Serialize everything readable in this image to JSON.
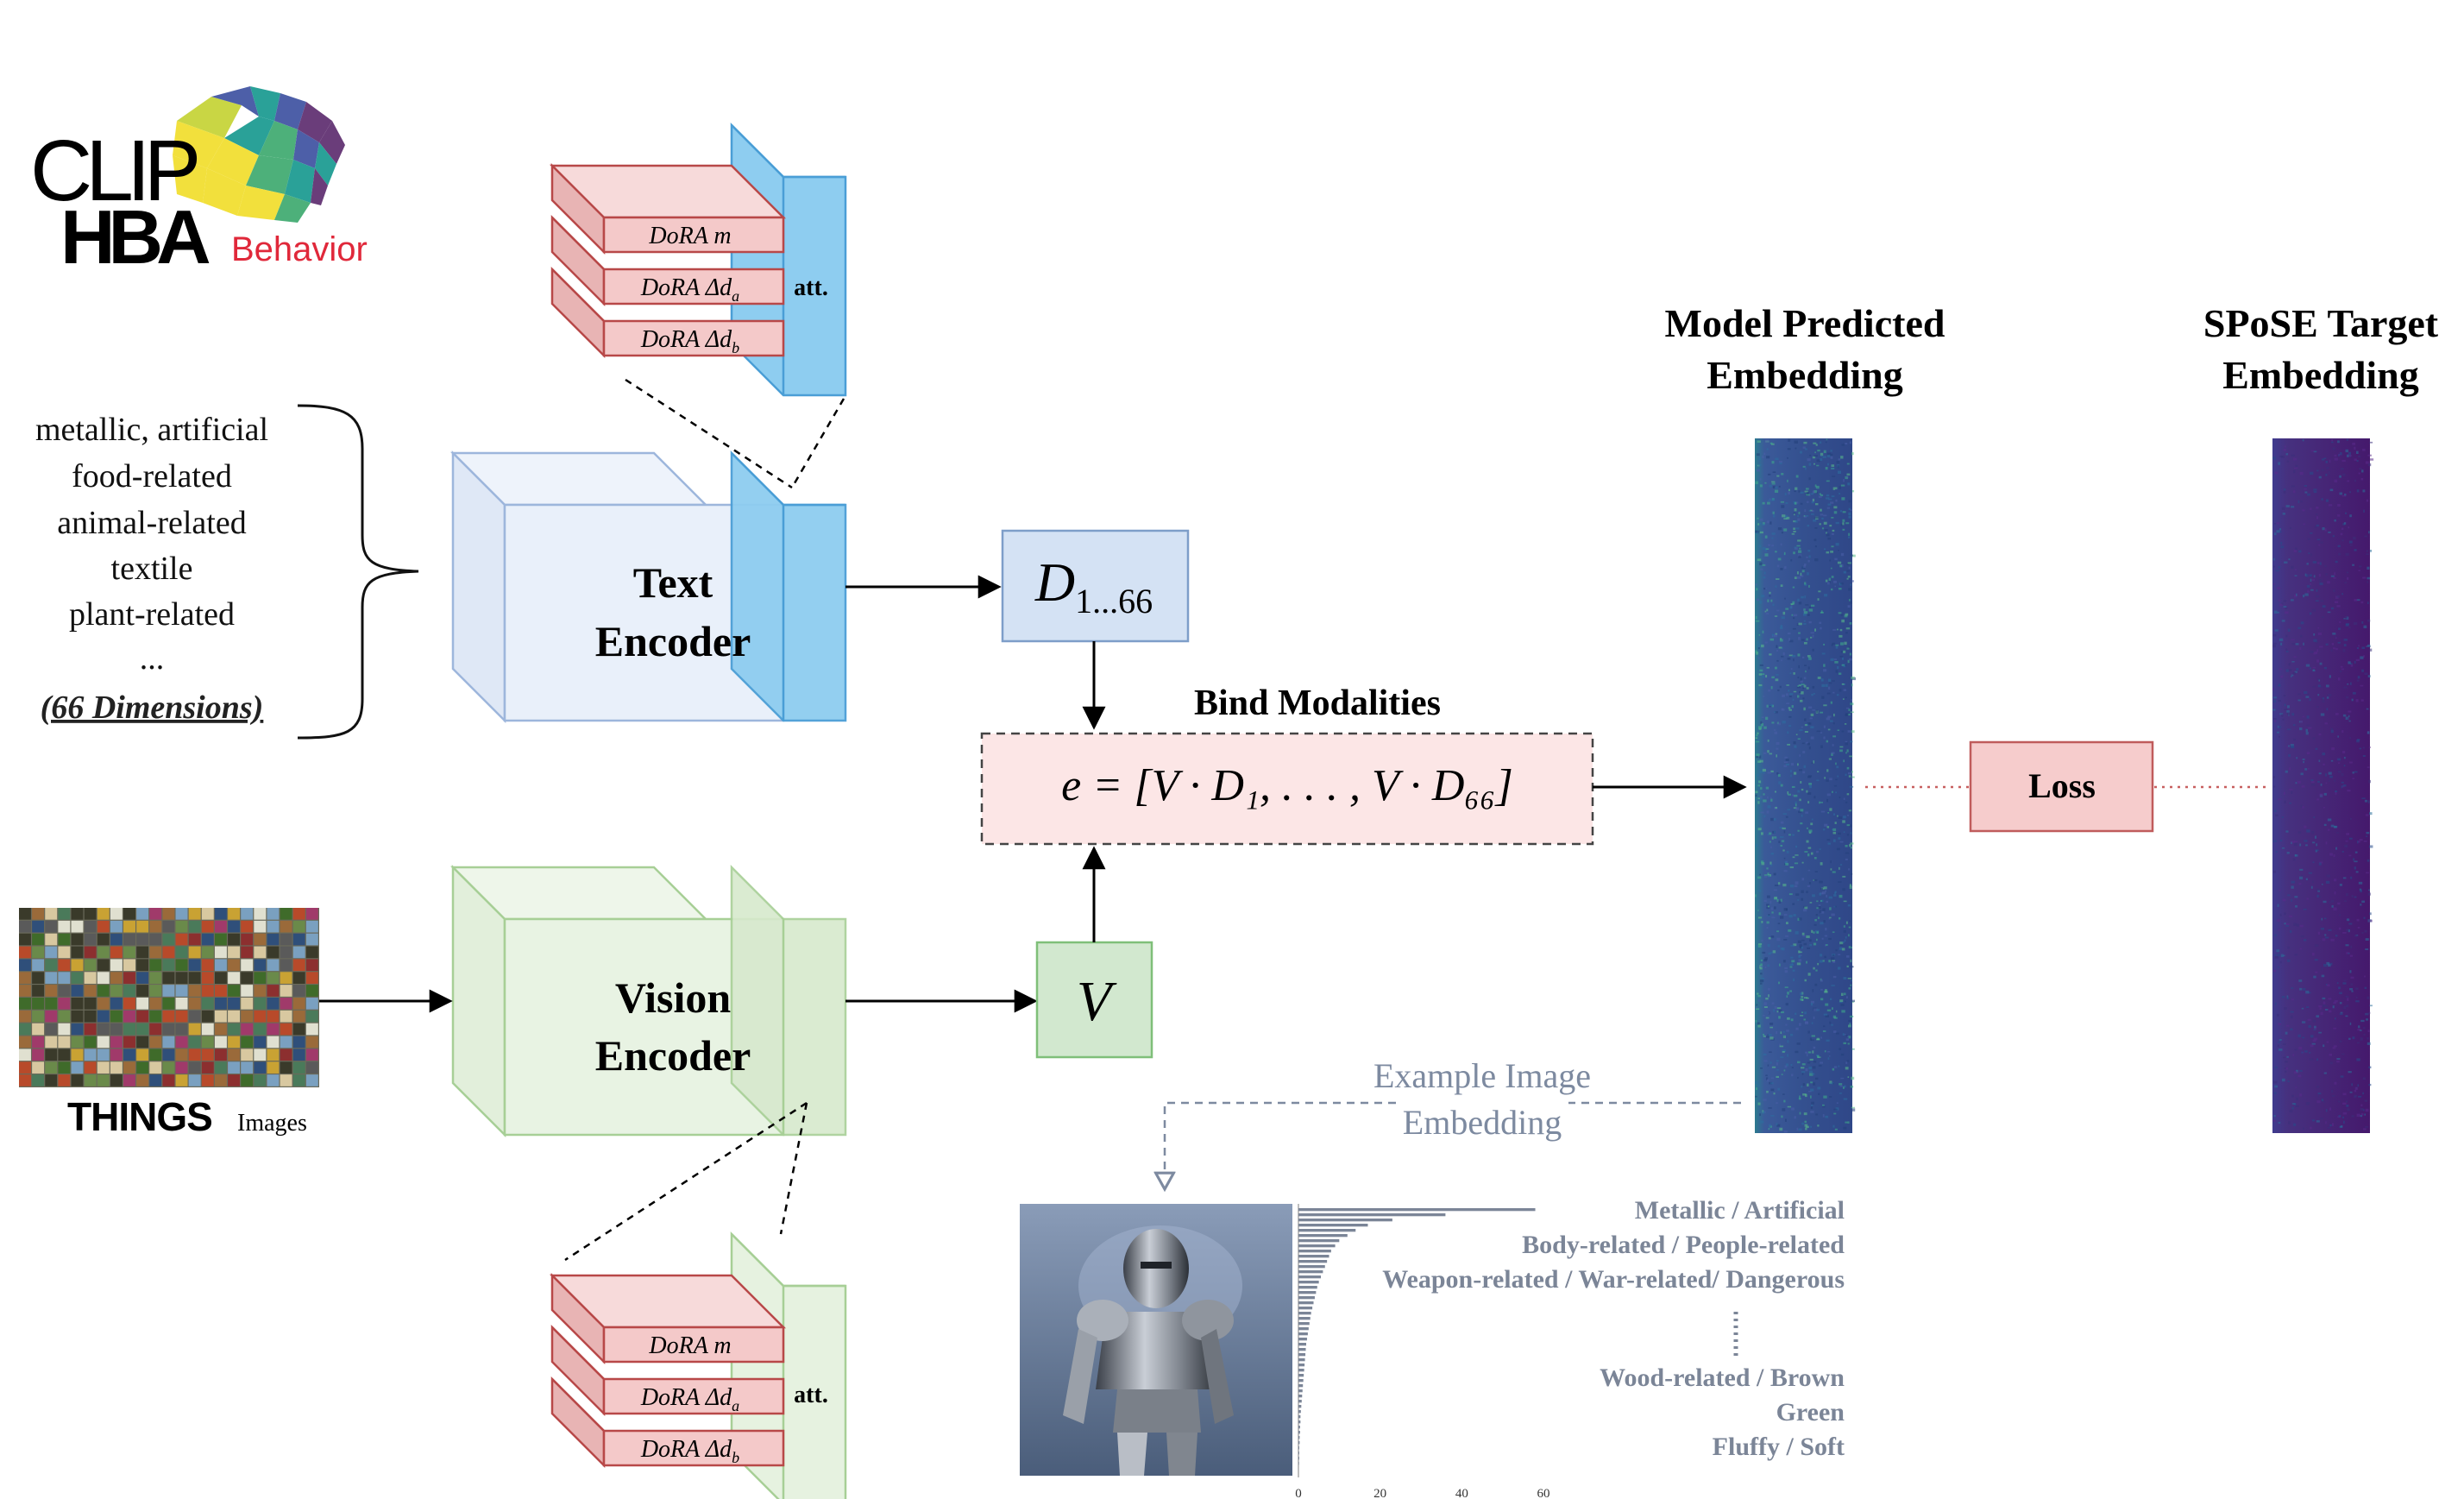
{
  "logo": {
    "clip": "CLIP",
    "hba": "HBA",
    "behavior": "Behavior"
  },
  "dimension_list": {
    "items": [
      "metallic, artificial",
      "food-related",
      "animal-related",
      "textile",
      "plant-related",
      "..."
    ],
    "footer": "(66 Dimensions)"
  },
  "things": {
    "title": "THINGS",
    "subtitle": "Images"
  },
  "text_encoder": {
    "line1": "Text",
    "line2": "Encoder",
    "att": "att."
  },
  "vision_encoder": {
    "line1": "Vision",
    "line2": "Encoder",
    "att": "att."
  },
  "dora": {
    "m_label": "DoRA m",
    "da_label": "DoRA Δd",
    "da_sub": "a",
    "db_label": "DoRA Δd",
    "db_sub": "b"
  },
  "d_box": {
    "main": "D",
    "sub": "1...66"
  },
  "v_box": {
    "main": "V"
  },
  "bind": {
    "title": "Bind Modalities",
    "formula": "e = [V · D₁, . . . , V · D₆₆]"
  },
  "predicted": {
    "line1": "Model Predicted",
    "line2": "Embedding"
  },
  "target": {
    "line1": "SPoSE Target",
    "line2": "Embedding"
  },
  "loss": {
    "label": "Loss"
  },
  "example": {
    "line1": "Example Image",
    "line2": "Embedding"
  },
  "example_labels": [
    "Metallic / Artificial",
    "Body-related / People-related",
    "Weapon-related / War-related/ Dangerous",
    "Wood-related / Brown",
    "Green",
    "Fluffy / Soft"
  ],
  "colors": {
    "dora_fill": "#f4c9c9",
    "dora_stroke": "#b84848",
    "text_enc": "#dde8f7",
    "text_att": "#8ecdf0",
    "vision_enc": "#e6f2e0",
    "loss_fill": "#f6cccc",
    "bar": "#7b8597"
  },
  "chart_data": {
    "type": "bar",
    "orientation": "horizontal",
    "title": "",
    "xlabel": "",
    "ylabel": "",
    "xlim": [
      0,
      60
    ],
    "x_ticks": [
      0,
      20,
      40,
      60
    ],
    "values": [
      58,
      36,
      23,
      17,
      14,
      12,
      10,
      9,
      8,
      7.5,
      7,
      6.5,
      6,
      5.5,
      5,
      4.6,
      4.3,
      4,
      3.7,
      3.4,
      3.1,
      2.9,
      2.7,
      2.5,
      2.3,
      2.1,
      1.9,
      1.8,
      1.7,
      1.6,
      1.5,
      1.4,
      1.3,
      1.2,
      1.1,
      1.0,
      0.9,
      0.8,
      0.7,
      0.6,
      0.5,
      0.5,
      0.4,
      0.4,
      0.3,
      0.3,
      0.2,
      0.2,
      0.2,
      0.1
    ]
  }
}
